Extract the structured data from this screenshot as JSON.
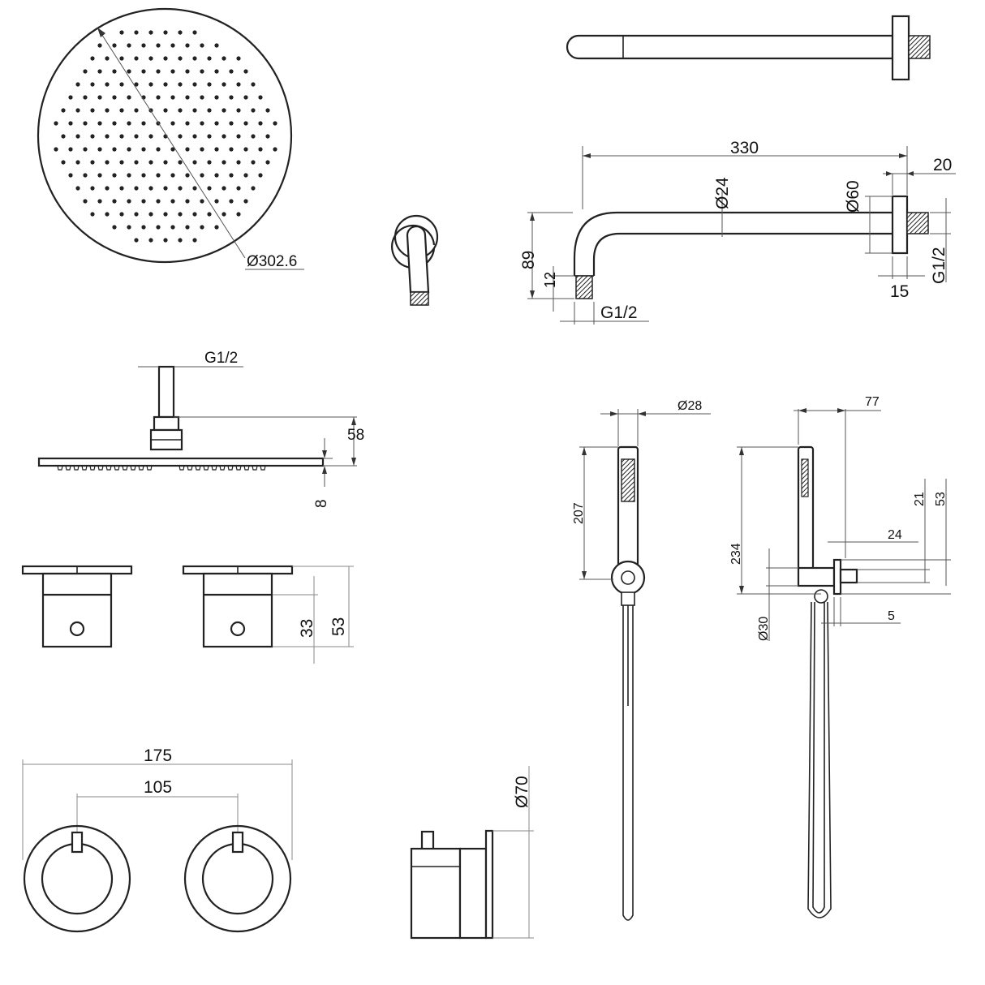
{
  "labels": {
    "head_diameter": "Ø302.6",
    "arm_length": "330",
    "arm_diameter": "Ø24",
    "flange_diameter": "Ø60",
    "flange_depth": "20",
    "arm_height": "89",
    "inlet_length": "12",
    "inlet_thread": "G1/2",
    "wall_thread": "G1/2",
    "flange_thickness": "15",
    "ceiling_thread": "G1/2",
    "head_height": "58",
    "head_thickness": "8",
    "handle_height_small": "33",
    "handle_height_total": "53",
    "plate_width": "175",
    "valve_spacing": "105",
    "trim_diameter": "Ø70",
    "handset_diameter": "Ø28",
    "handset_length": "207",
    "bracket_reach": "77",
    "handset_total_length": "234",
    "outlet_height": "21",
    "outlet_total_height": "53",
    "outlet_length": "24",
    "bracket_diameter": "Ø30",
    "bracket_gap": "5"
  },
  "colors": {
    "line": "#222222",
    "dimension": "#555555",
    "dimension_grey": "#8a8a8a"
  }
}
